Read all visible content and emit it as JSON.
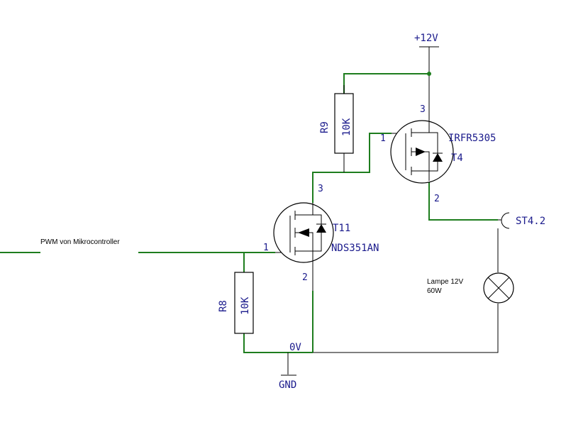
{
  "labels": {
    "supply": "+12V",
    "r9_name": "R9",
    "r9_value": "10K",
    "r8_name": "R8",
    "r8_value": "10K",
    "t4_type": "IRFR5305",
    "t4_name": "T4",
    "t11_name": "T11",
    "t11_type": "NDS351AN",
    "connector": "ST4.2",
    "lamp_line1": "Lampe 12V",
    "lamp_line2": "60W",
    "pwm": "PWM von Mikrocontroller",
    "zero_v": "0V",
    "gnd": "GND"
  },
  "pins": {
    "t4_pin3": "3",
    "t4_pin1": "1",
    "t4_pin2": "2",
    "t11_pin3": "3",
    "t11_pin1": "1",
    "t11_pin2": "2"
  },
  "colors": {
    "wire": "#1e7d1e",
    "label": "#1a1a8c",
    "line": "#000000"
  }
}
